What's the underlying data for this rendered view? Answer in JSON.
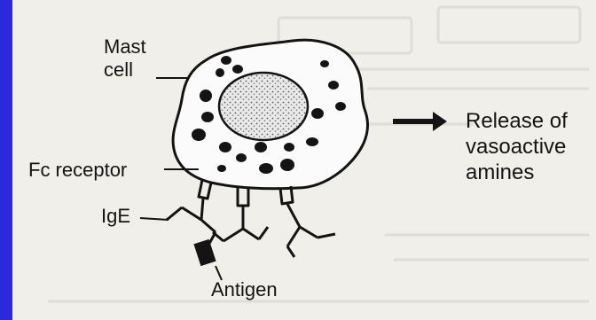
{
  "colors": {
    "background_blue": "#2a2ad8",
    "panel": "#f1efea",
    "ink": "#141414",
    "nucleus": "#c9c9c9"
  },
  "labels": {
    "mast_cell": "Mast\ncell",
    "fc_receptor": "Fc receptor",
    "ige": "IgE",
    "antigen": "Antigen",
    "release": "Release of\nvasoactive\namines"
  }
}
